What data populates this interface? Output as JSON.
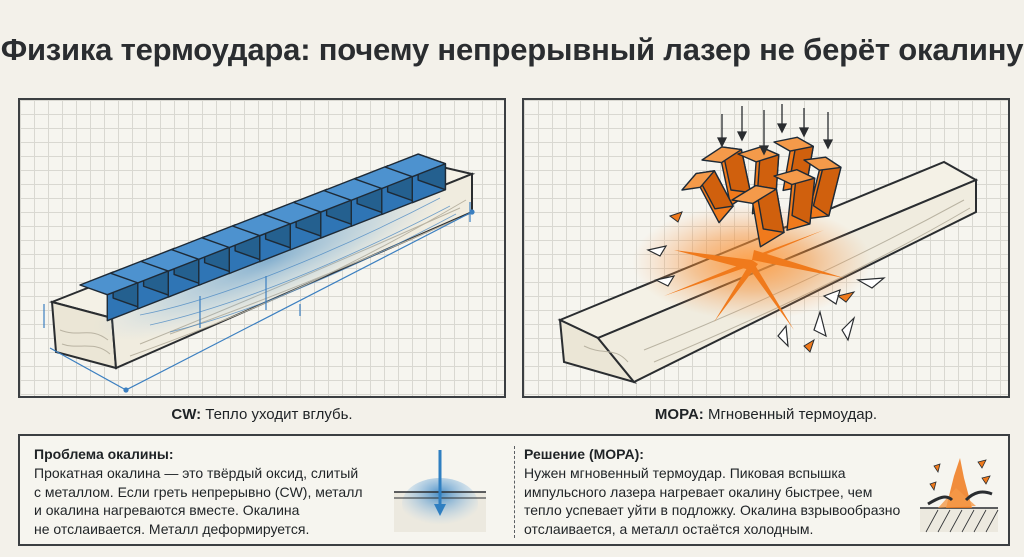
{
  "title": "Физика термоудара: почему непрерывный лазер не берёт окалину",
  "colors": {
    "cw_blue": "#2f7fc1",
    "mopa_orange": "#f07a1c",
    "board": "#f4f1e6",
    "ink": "#2a2d30"
  },
  "panels": {
    "cw": {
      "caption_bold": "CW:",
      "caption_text": " Тепло уходит вглубь."
    },
    "mopa": {
      "caption_bold": "MOPA:",
      "caption_text": " Мгновенный термоудар."
    }
  },
  "info": {
    "problem": {
      "heading": "Проблема окалины:",
      "lines": [
        "Прокатная окалина — это твёрдый оксид, слитый",
        "с металлом. Если греть непрерывно (CW), металл",
        "и окалина нагреваются вместе. Окалина",
        "не отслаивается. Металл деформируется."
      ]
    },
    "solution": {
      "heading": "Решение (MOPA):",
      "lines": [
        "Нужен мгновенный термоудар. Пиковая вспышка",
        "импульсного лазера нагревает окалину быстрее, чем",
        "тепло успевает уйти в подложку. Окалина взрывообразно",
        "отслаивается, а металл остаётся холодным."
      ]
    }
  }
}
